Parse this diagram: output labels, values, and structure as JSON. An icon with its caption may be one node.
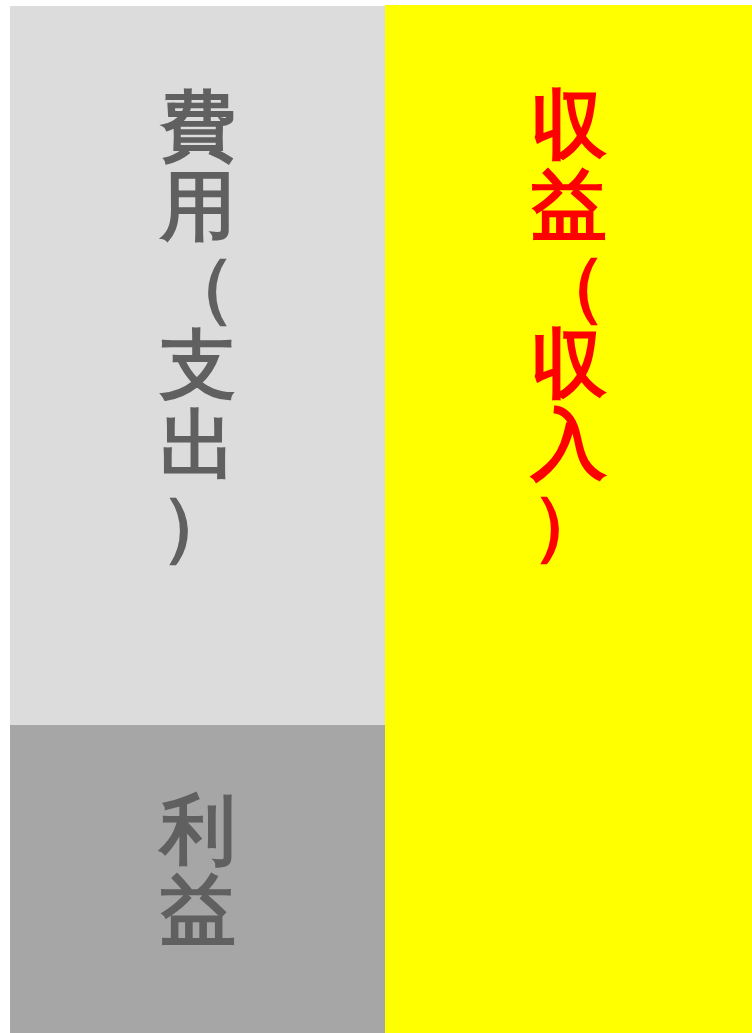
{
  "diagram": {
    "nodes": [
      {
        "text": [
          "費用（支出）"
        ]
      },
      {
        "text": [
          "利益"
        ]
      },
      {
        "text": [
          "収益（収入）"
        ]
      }
    ],
    "edges": []
  }
}
